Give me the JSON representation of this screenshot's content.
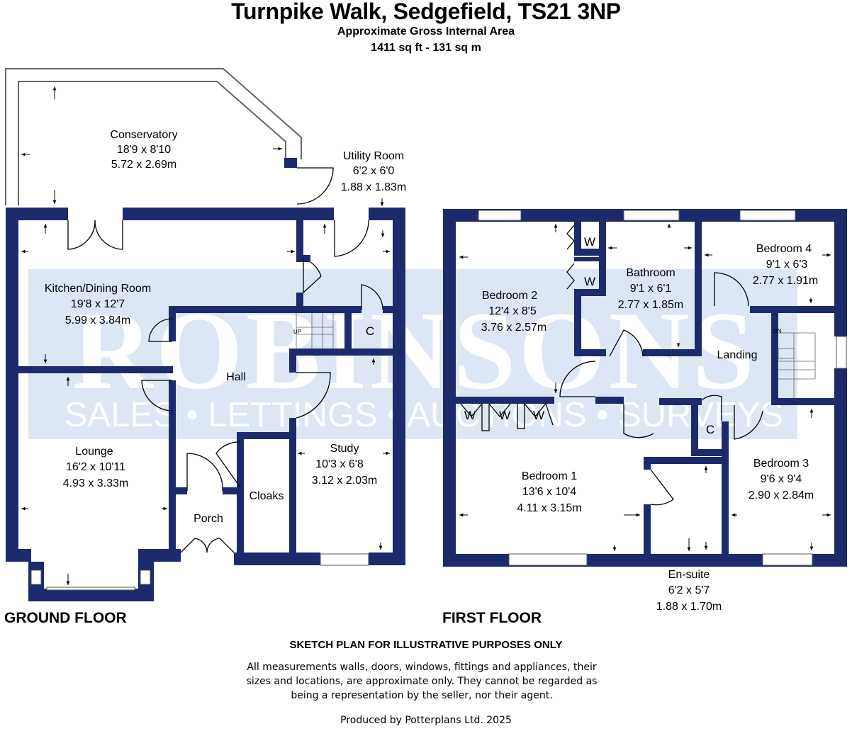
{
  "header": {
    "title": "Turnpike Walk, Sedgefield, TS21 3NP",
    "area_label": "Approximate Gross Internal Area",
    "area_value": "1411 sq ft - 131 sq m"
  },
  "watermark": {
    "brand": "ROBINSONS",
    "tagline": "SALES • LETTINGS • AUCTIONS • SURVEYS"
  },
  "colors": {
    "wall": "#1d2a6c",
    "watermark_bg": "#dde6f5",
    "watermark_text": "#ffffff"
  },
  "floors": {
    "ground": "GROUND FLOOR",
    "first": "FIRST FLOOR"
  },
  "rooms": {
    "conservatory": {
      "name": "Conservatory",
      "imperial": "18'9 x 8'10",
      "metric": "5.72 x 2.69m"
    },
    "utility": {
      "name": "Utility Room",
      "imperial": "6'2 x 6'0",
      "metric": "1.88 x 1.83m"
    },
    "kitchen": {
      "name": "Kitchen/Dining Room",
      "imperial": "19'8 x 12'7",
      "metric": "5.99 x 3.84m"
    },
    "lounge": {
      "name": "Lounge",
      "imperial": "16'2 x 10'11",
      "metric": "4.93 x 3.33m"
    },
    "hall": {
      "name": "Hall"
    },
    "study": {
      "name": "Study",
      "imperial": "10'3 x 6'8",
      "metric": "3.12 x 2.03m"
    },
    "cloaks": {
      "name": "Cloaks"
    },
    "porch": {
      "name": "Porch"
    },
    "ground_cupboard": {
      "name": "C"
    },
    "bedroom2": {
      "name": "Bedroom 2",
      "imperial": "12'4 x 8'5",
      "metric": "3.76 x 2.57m"
    },
    "bathroom": {
      "name": "Bathroom",
      "imperial": "9'1 x 6'1",
      "metric": "2.77 x 1.85m"
    },
    "bedroom4": {
      "name": "Bedroom 4",
      "imperial": "9'1 x 6'3",
      "metric": "2.77 x 1.91m"
    },
    "landing": {
      "name": "Landing"
    },
    "bedroom1": {
      "name": "Bedroom 1",
      "imperial": "13'6 x 10'4",
      "metric": "4.11 x 3.15m"
    },
    "bedroom3": {
      "name": "Bedroom 3",
      "imperial": "9'6 x 9'4",
      "metric": "2.90 x 2.84m"
    },
    "ensuite": {
      "name": "En-suite",
      "imperial": "6'2 x 5'7",
      "metric": "1.88 x 1.70m"
    },
    "first_cupboard": {
      "name": "C"
    },
    "wardrobe": {
      "name": "W"
    }
  },
  "stairs": {
    "up": "UP",
    "down": "DN"
  },
  "footer": {
    "disclaimer_heading": "SKETCH PLAN FOR ILLUSTRATIVE PURPOSES ONLY",
    "disclaimer": "All measurements walls, doors, windows, fittings and appliances, their sizes and locations, are approximate only. They cannot be regarded as being a representation by the seller, nor their agent.",
    "producer": "Produced by Potterplans Ltd. 2025"
  }
}
